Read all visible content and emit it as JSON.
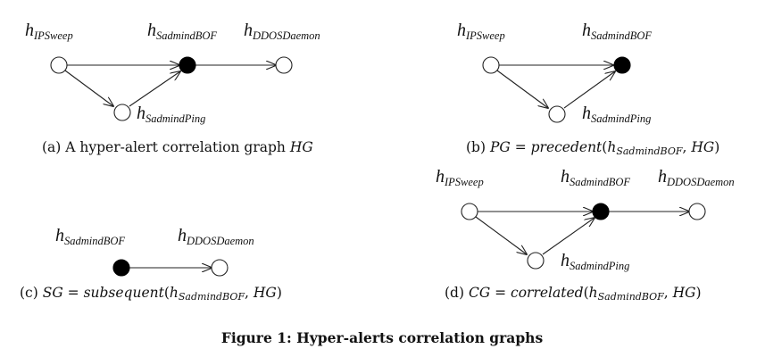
{
  "node_labels": {
    "h": "h",
    "ipsweep": "IPSweep",
    "sadmindbof": "SadmindBOF",
    "ddosdaemon": "DDOSDaemon",
    "sadmindping": "SadmindPing"
  },
  "captions": {
    "a": "(a) A hyper-alert correlation graph HG",
    "b": "(b) PG = precedent(hSadmindBOF, HG)",
    "c": "(c) SG = subsequent(hSadmindBOF, HG)",
    "d": "(d) CG = correlated(hSadmindBOF, HG)"
  },
  "caption_parts": {
    "a_prefix": "(a) A hyper-alert correlation graph ",
    "a_var": "HG",
    "b_prefix": "(b) ",
    "b_var": "PG",
    "b_func": "precedent",
    "c_prefix": "(c) ",
    "c_var": "SG",
    "c_func": "subsequent",
    "d_prefix": "(d) ",
    "d_var": "CG",
    "d_func": "correlated",
    "eq": " = ",
    "open": "(",
    "arg_h": "h",
    "arg_sub": "SadmindBOF",
    "close_pre": ", ",
    "graph": "HG",
    "close": ")"
  },
  "figure_caption": "Figure 1: Hyper-alerts correlation graphs",
  "colors": {
    "filled_node": "#000000",
    "hollow_node": "#ffffff",
    "stroke": "#222222"
  }
}
